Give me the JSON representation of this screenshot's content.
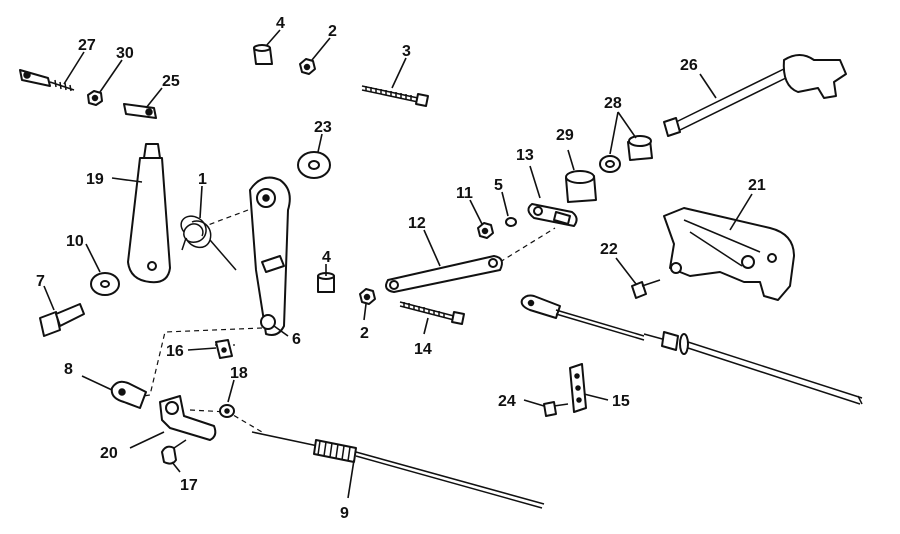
{
  "diagram": {
    "callouts": [
      {
        "id": "1",
        "label": "1"
      },
      {
        "id": "2a",
        "label": "2"
      },
      {
        "id": "2b",
        "label": "2"
      },
      {
        "id": "3",
        "label": "3"
      },
      {
        "id": "4a",
        "label": "4"
      },
      {
        "id": "4b",
        "label": "4"
      },
      {
        "id": "5",
        "label": "5"
      },
      {
        "id": "6",
        "label": "6"
      },
      {
        "id": "7",
        "label": "7"
      },
      {
        "id": "8",
        "label": "8"
      },
      {
        "id": "9",
        "label": "9"
      },
      {
        "id": "10",
        "label": "10"
      },
      {
        "id": "11",
        "label": "11"
      },
      {
        "id": "12",
        "label": "12"
      },
      {
        "id": "13",
        "label": "13"
      },
      {
        "id": "14",
        "label": "14"
      },
      {
        "id": "15",
        "label": "15"
      },
      {
        "id": "16",
        "label": "16"
      },
      {
        "id": "17",
        "label": "17"
      },
      {
        "id": "18",
        "label": "18"
      },
      {
        "id": "19",
        "label": "19"
      },
      {
        "id": "20",
        "label": "20"
      },
      {
        "id": "21",
        "label": "21"
      },
      {
        "id": "22",
        "label": "22"
      },
      {
        "id": "23",
        "label": "23"
      },
      {
        "id": "24",
        "label": "24"
      },
      {
        "id": "25",
        "label": "25"
      },
      {
        "id": "26",
        "label": "26"
      },
      {
        "id": "27",
        "label": "27"
      },
      {
        "id": "28",
        "label": "28"
      },
      {
        "id": "29",
        "label": "29"
      },
      {
        "id": "30",
        "label": "30"
      }
    ]
  }
}
